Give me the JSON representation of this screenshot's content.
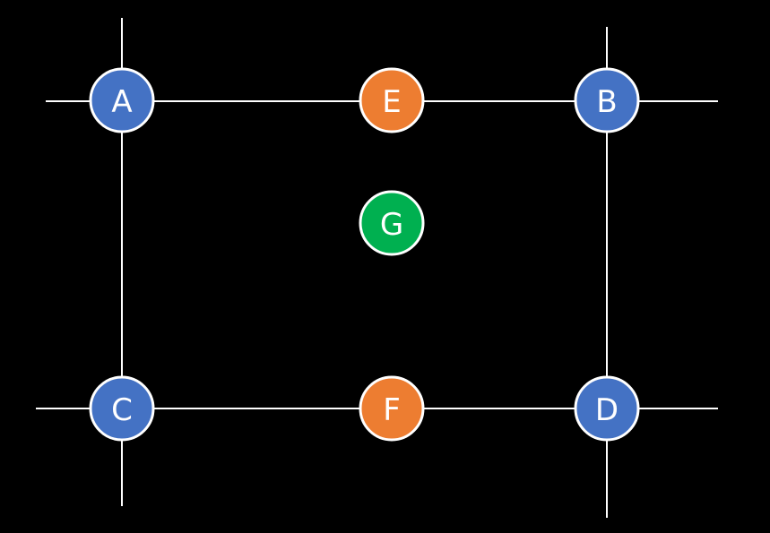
{
  "colors": {
    "background": "#000000",
    "line": "#FFFFFF",
    "blue": "#4472C4",
    "orange": "#ED7D31",
    "green": "#00B050"
  },
  "nodes": {
    "A": {
      "label": "A",
      "color": "#4472C4"
    },
    "B": {
      "label": "B",
      "color": "#4472C4"
    },
    "C": {
      "label": "C",
      "color": "#4472C4"
    },
    "D": {
      "label": "D",
      "color": "#4472C4"
    },
    "E": {
      "label": "E",
      "color": "#ED7D31"
    },
    "F": {
      "label": "F",
      "color": "#ED7D31"
    },
    "G": {
      "label": "G",
      "color": "#00B050"
    }
  }
}
